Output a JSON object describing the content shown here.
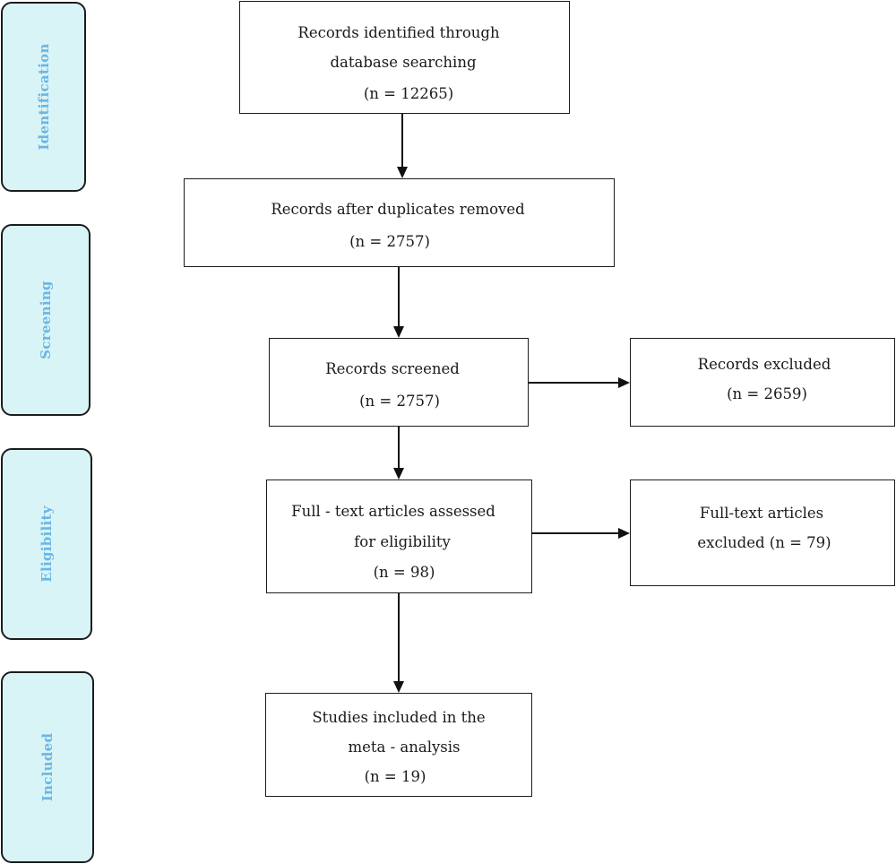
{
  "phases": {
    "identification": "Identification",
    "screening": "Screening",
    "eligibility": "Eligibility",
    "included": "Included"
  },
  "boxes": {
    "identified": {
      "line1": "Records identified through",
      "line2": "database searching",
      "line3": "(n = 12265)"
    },
    "deduplicated": {
      "line1": "Records after duplicates removed",
      "line2": "(n =  2757)"
    },
    "screened": {
      "line1": "Records screened",
      "line2": "(n = 2757)"
    },
    "excluded": {
      "line1": "Records excluded",
      "line2": "(n = 2659)"
    },
    "fulltext_assessed": {
      "line1": "Full  - text articles assessed",
      "line2": "for eligibility",
      "line3": "(n = 98)"
    },
    "fulltext_excluded": {
      "line1": "Full-text articles",
      "line2": "excluded (n = 79)"
    },
    "included_studies": {
      "line1": "Studies included in the",
      "line2": "meta - analysis",
      "line3": "(n = 19)"
    }
  }
}
